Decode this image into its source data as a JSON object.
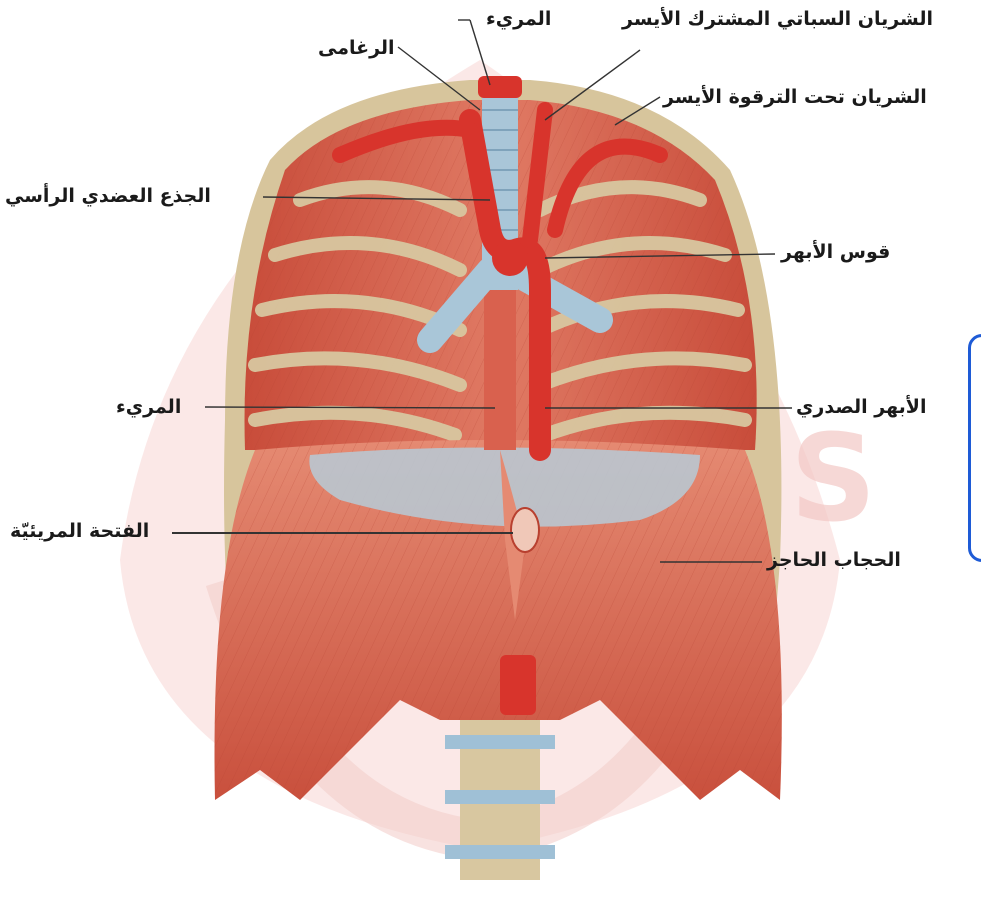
{
  "labels": {
    "esophagus_top": "المريء",
    "left_common_carotid": "الشريان السباتي المشترك الأيسر",
    "trachea": "الرغامى",
    "left_subclavian": "الشريان تحت الترقوة الأيسر",
    "brachiocephalic_trunk": "الجذع العضدي الرأسي",
    "aortic_arch": "قوس الأبهر",
    "esophagus_mid": "المريء",
    "thoracic_aorta": "الأبهر الصدري",
    "esophageal_hiatus": "الفتحة المريئيّة",
    "diaphragm": "الحجاب الحاجز"
  },
  "colors": {
    "muscle": "#d9614e",
    "muscle_dark": "#b8402f",
    "artery": "#d8342c",
    "rib": "#d8c7a0",
    "trachea": "#a9c6d8",
    "watermark": "#f6d4d2",
    "tab_border": "#1e5bd6"
  }
}
